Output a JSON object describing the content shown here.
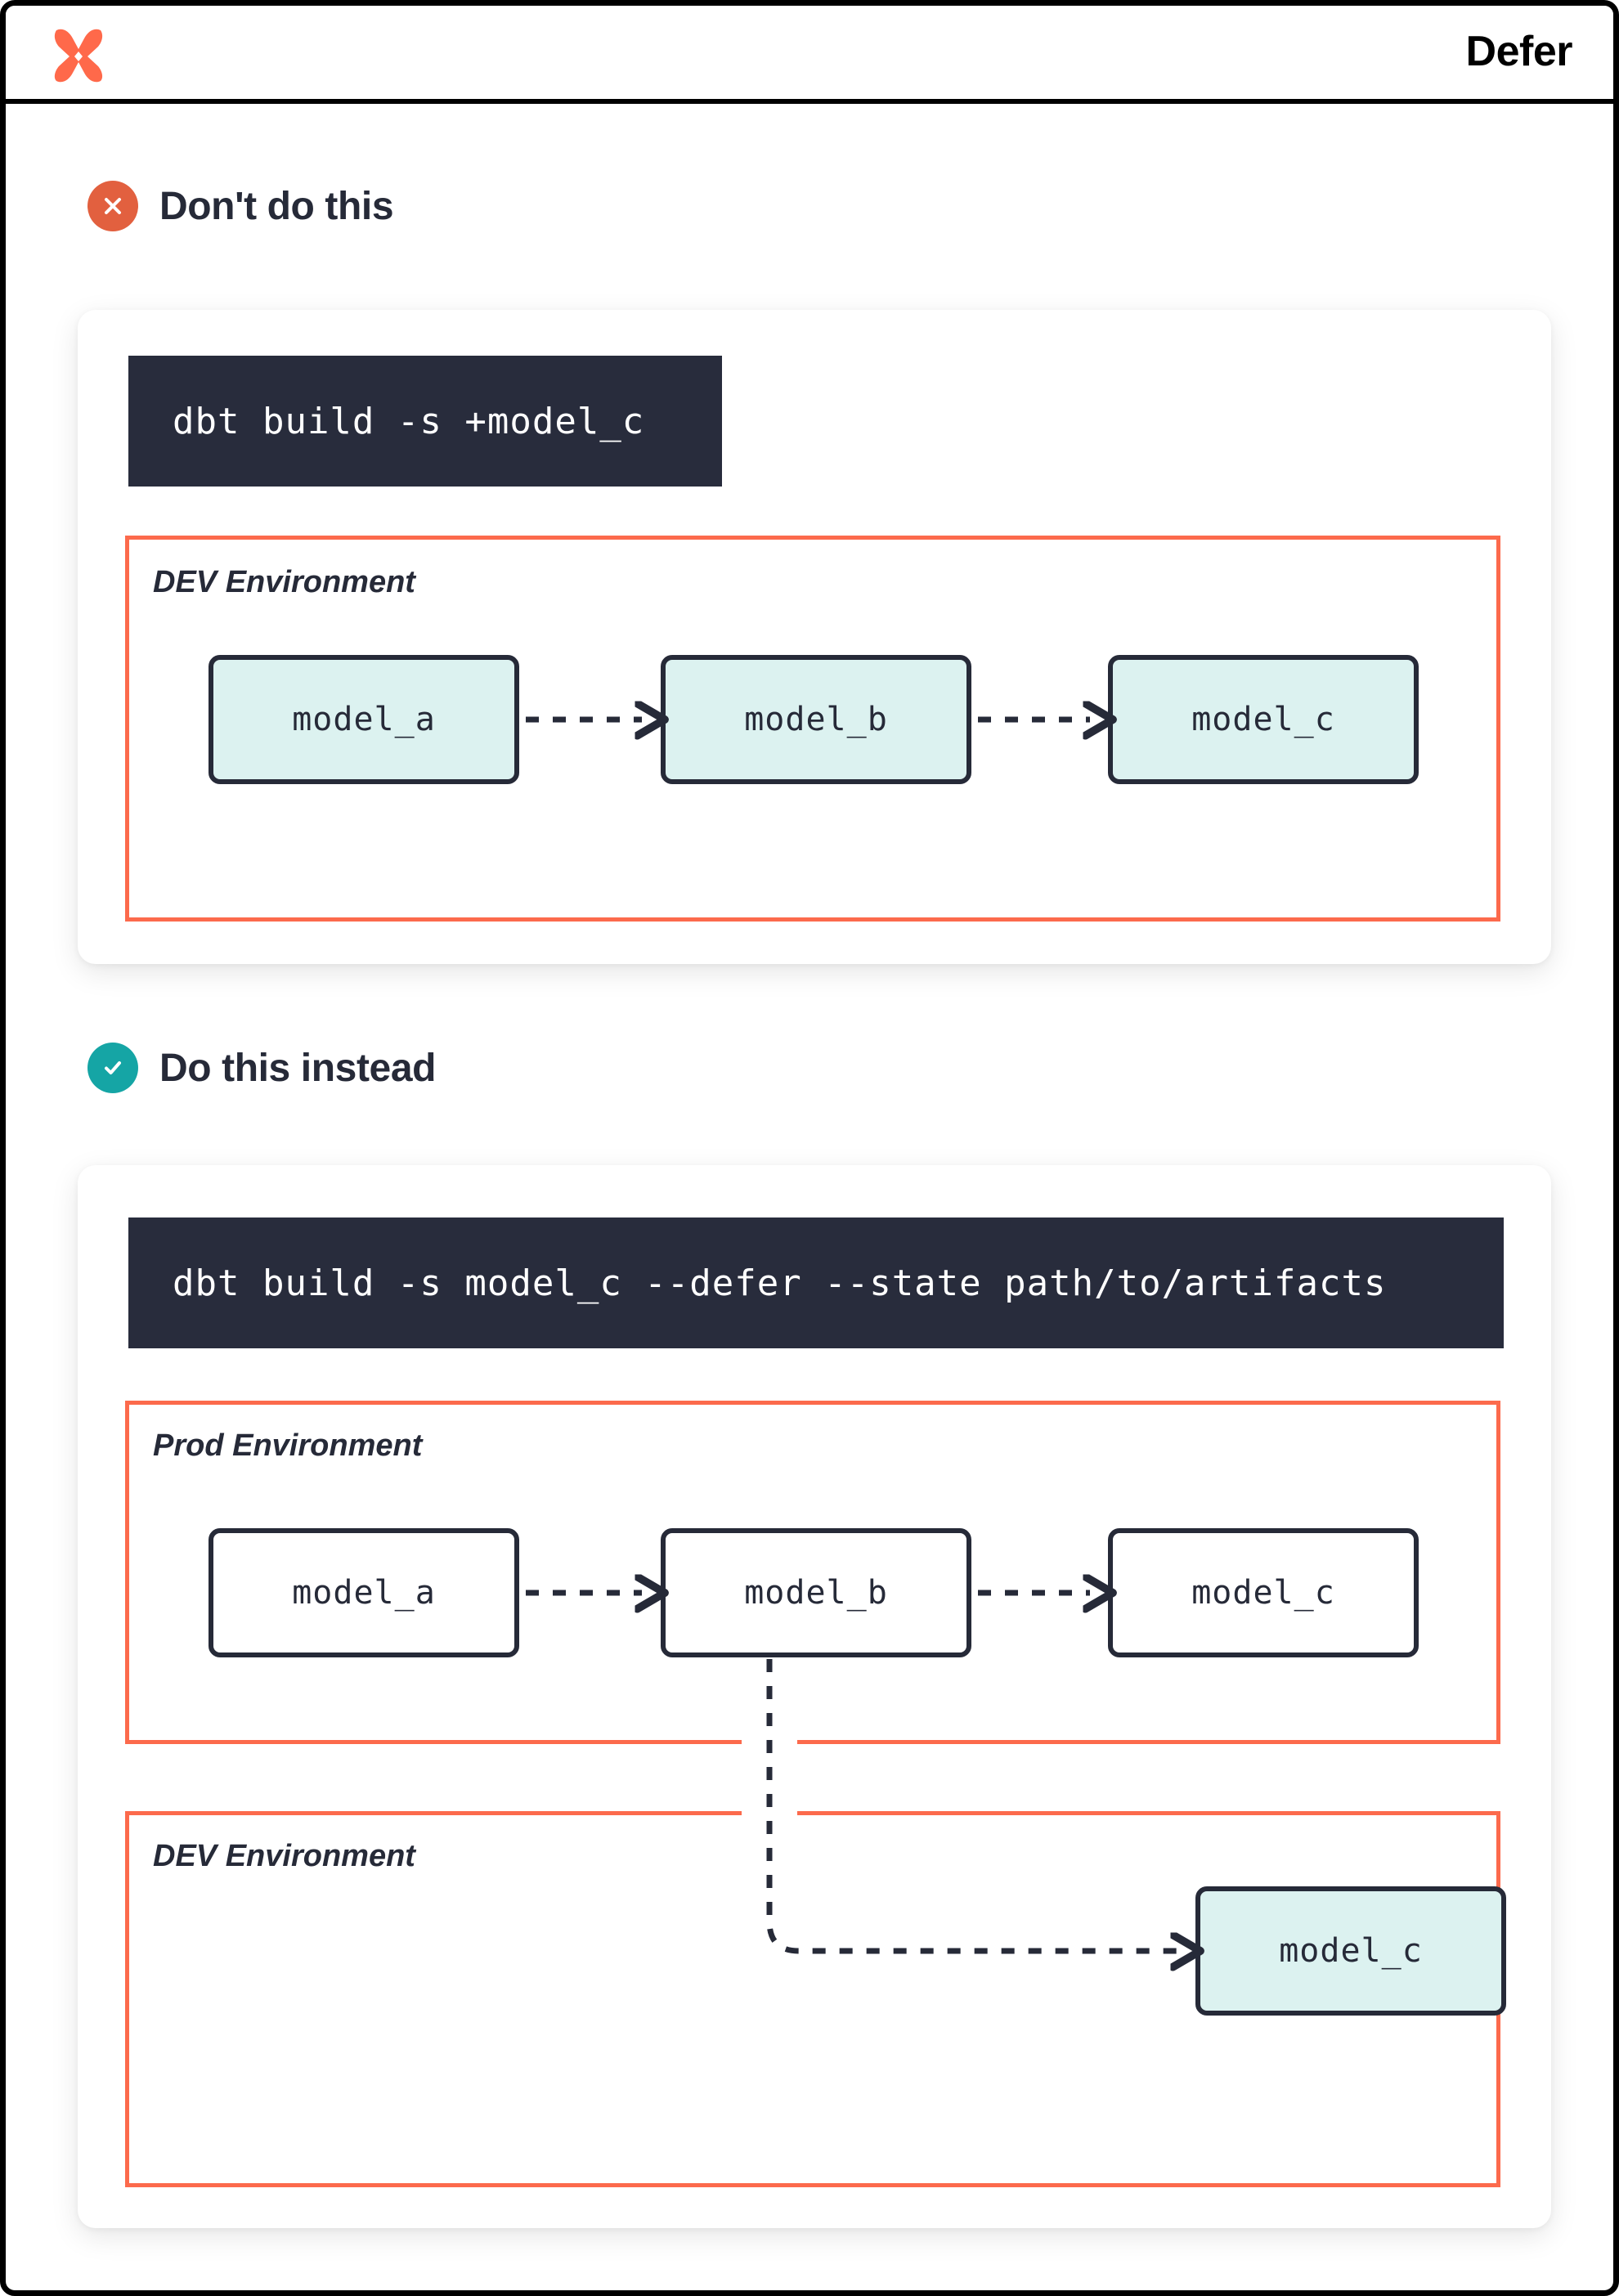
{
  "header": {
    "title": "Defer",
    "logo_icon": "dbt-logo-icon"
  },
  "sections": [
    {
      "id": "dont",
      "icon": "x-circle-icon",
      "icon_glyph": "✕",
      "title": "Don't do this",
      "command": "dbt build -s +model_c",
      "environments": [
        {
          "label": "DEV Environment",
          "models": [
            {
              "name": "model_a",
              "style": "cyan"
            },
            {
              "name": "model_b",
              "style": "cyan"
            },
            {
              "name": "model_c",
              "style": "cyan"
            }
          ]
        }
      ]
    },
    {
      "id": "do",
      "icon": "check-circle-icon",
      "icon_glyph": "✓",
      "title": "Do this instead",
      "command": "dbt build -s model_c --defer --state path/to/artifacts",
      "environments": [
        {
          "label": "Prod Environment",
          "models": [
            {
              "name": "model_a",
              "style": "white"
            },
            {
              "name": "model_b",
              "style": "white"
            },
            {
              "name": "model_c",
              "style": "white"
            }
          ]
        },
        {
          "label": "DEV Environment",
          "models": [
            {
              "name": "model_c",
              "style": "cyan"
            }
          ]
        }
      ]
    }
  ],
  "colors": {
    "brand_orange": "#fc6a4c",
    "error_red": "#e2603f",
    "success_teal": "#15a5a5",
    "dark_navy": "#262a38",
    "terminal_bg": "#282c3c",
    "model_cyan": "#dcf2f0"
  }
}
